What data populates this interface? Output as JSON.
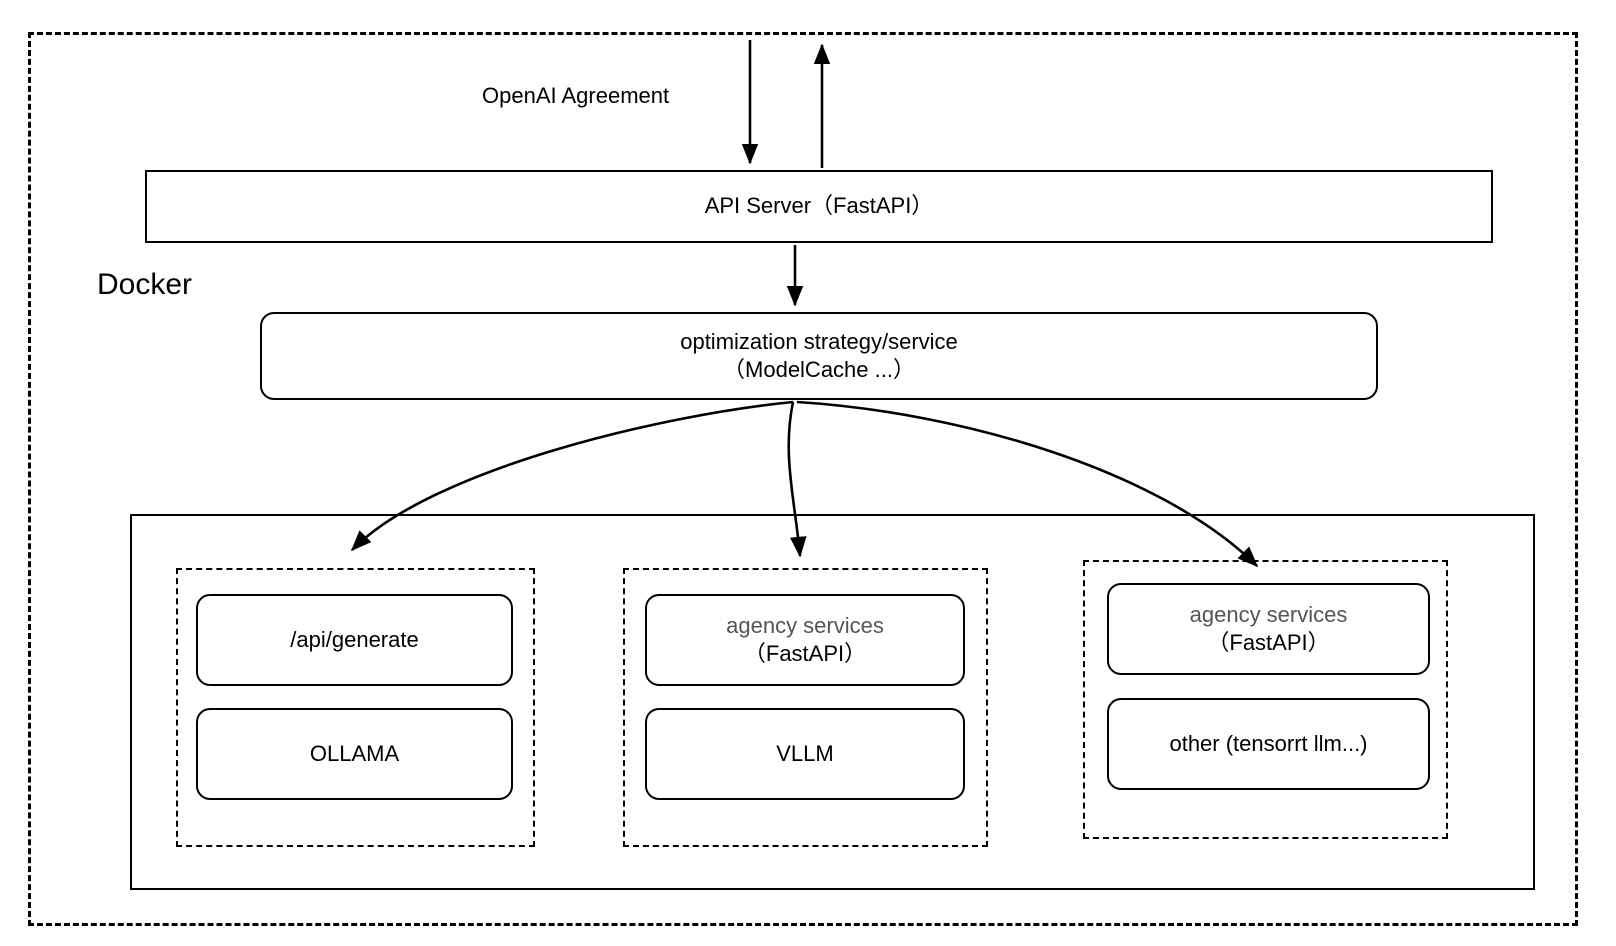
{
  "diagram": {
    "title_label": "Docker",
    "edge_label": "OpenAI Agreement",
    "api_server": "API Server（FastAPI）",
    "optimization": {
      "line1": "optimization strategy/service",
      "line2": "（ModelCache ...）"
    },
    "groups": [
      {
        "name": "ollama-group",
        "top_box": {
          "line1": "/api/generate",
          "line2": ""
        },
        "bottom_box": "OLLAMA"
      },
      {
        "name": "vllm-group",
        "top_box": {
          "line1": "agency services",
          "line2": "（FastAPI）"
        },
        "bottom_box": "VLLM"
      },
      {
        "name": "other-group",
        "top_box": {
          "line1": "agency services",
          "line2": "（FastAPI）"
        },
        "bottom_box": "other (tensorrt llm...)"
      }
    ],
    "colors": {
      "stroke": "#000000",
      "background": "#ffffff",
      "muted_text": "#555555"
    }
  }
}
